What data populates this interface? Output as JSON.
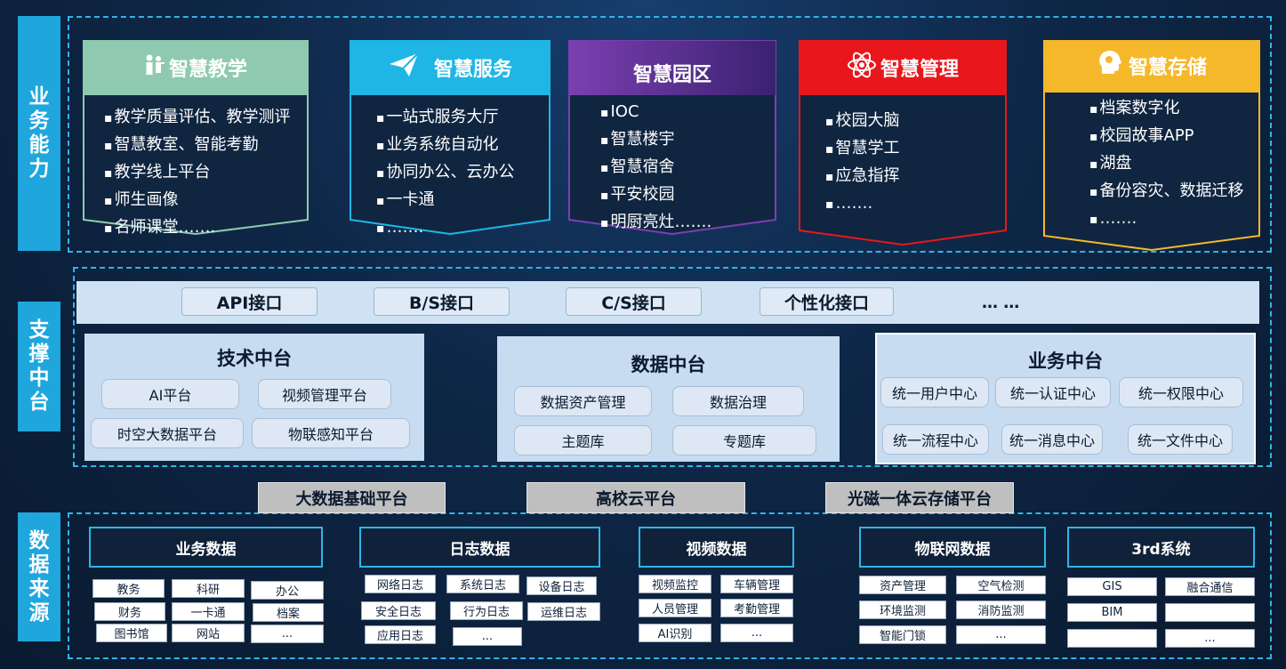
{
  "layers": {
    "business": "业务能力",
    "support": "支撑中台",
    "datasource": "数据来源"
  },
  "colors": {
    "teaching": "#8fcab0",
    "service": "#1fb6e5",
    "campus": "#7b3fb0",
    "management": "#e9171c",
    "storage": "#f5b82a",
    "accent": "#2fb5e8"
  },
  "cards": [
    {
      "title": "智慧教学",
      "icon": "people-icon",
      "items": [
        "教学质量评估、教学测评",
        "智慧教室、智能考勤",
        "教学线上平台",
        "师生画像",
        "名师课堂……."
      ]
    },
    {
      "title": "智慧服务",
      "icon": "paper-plane-icon",
      "items": [
        "一站式服务大厅",
        "业务系统自动化",
        "协同办公、云办公",
        "一卡通",
        "……."
      ]
    },
    {
      "title": "智慧园区",
      "icon": "",
      "items": [
        "IOC",
        "智慧楼宇",
        "智慧宿舍",
        "平安校园",
        "明厨亮灶……."
      ]
    },
    {
      "title": "智慧管理",
      "icon": "atom-icon",
      "items": [
        "校园大脑",
        "智慧学工",
        "应急指挥",
        "……."
      ]
    },
    {
      "title": "智慧存储",
      "icon": "brain-head-icon",
      "items": [
        "档案数字化",
        "校园故事APP",
        "湖盘",
        "备份容灾、数据迁移",
        "……."
      ]
    }
  ],
  "interfaces": [
    "API接口",
    "B/S接口",
    "C/S接口",
    "个性化接口"
  ],
  "interfaces_more": "… …",
  "tech": {
    "title": "技术中台",
    "items": [
      "AI平台",
      "视频管理平台",
      "时空大数据平台",
      "物联感知平台"
    ]
  },
  "data": {
    "title": "数据中台",
    "items": [
      "数据资产管理",
      "数据治理",
      "主题库",
      "专题库"
    ]
  },
  "biz": {
    "title": "业务中台",
    "items": [
      "统一用户中心",
      "统一认证中心",
      "统一权限中心",
      "统一流程中心",
      "统一消息中心",
      "统一文件中心"
    ]
  },
  "platforms": [
    "大数据基础平台",
    "高校云平台",
    "光磁一体云存储平台"
  ],
  "sources": [
    {
      "title": "业务数据",
      "cells": [
        "教务",
        "科研",
        "办公",
        "财务",
        "一卡通",
        "档案",
        "图书馆",
        "网站",
        "..."
      ]
    },
    {
      "title": "日志数据",
      "cells": [
        "网络日志",
        "系统日志",
        "设备日志",
        "安全日志",
        "行为日志",
        "运维日志",
        "应用日志",
        "..."
      ]
    },
    {
      "title": "视频数据",
      "cells": [
        "视频监控",
        "车辆管理",
        "人员管理",
        "考勤管理",
        "AI识别",
        "..."
      ]
    },
    {
      "title": "物联网数据",
      "cells": [
        "资产管理",
        "空气检测",
        "环境监测",
        "消防监测",
        "智能门锁",
        "..."
      ]
    },
    {
      "title": "3rd系统",
      "cells": [
        "GIS",
        "融合通信",
        "BIM",
        "",
        "",
        "..."
      ]
    }
  ]
}
